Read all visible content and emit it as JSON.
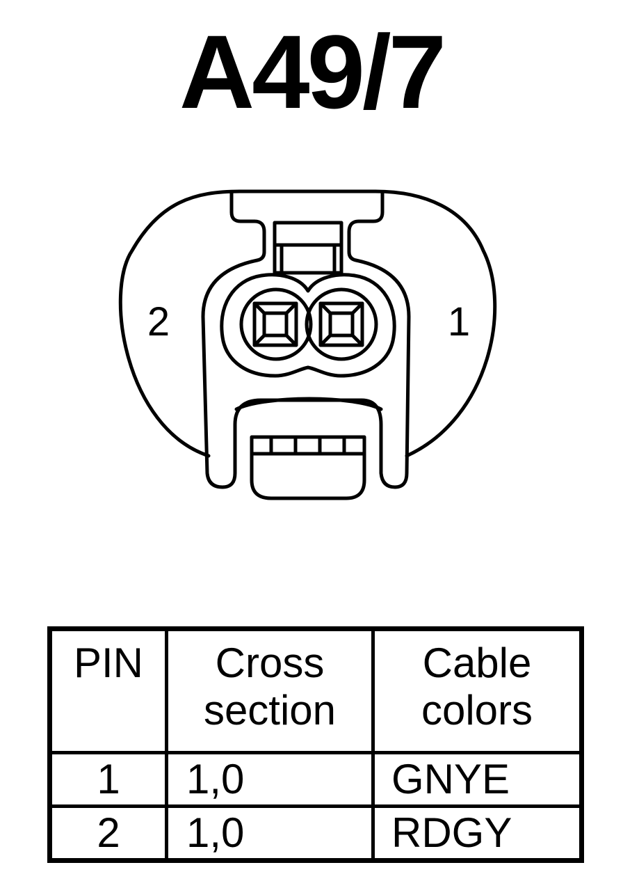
{
  "title": "A49/7",
  "connector": {
    "pin_left_label": "2",
    "pin_right_label": "1"
  },
  "table": {
    "headers": {
      "pin": "PIN",
      "cross_line1": "Cross",
      "cross_line2": "section",
      "color_line1": "Cable",
      "color_line2": "colors"
    },
    "rows": [
      {
        "pin": "1",
        "cross_section": "1,0",
        "color": "GNYE"
      },
      {
        "pin": "2",
        "cross_section": "1,0",
        "color": "RDGY"
      }
    ]
  }
}
